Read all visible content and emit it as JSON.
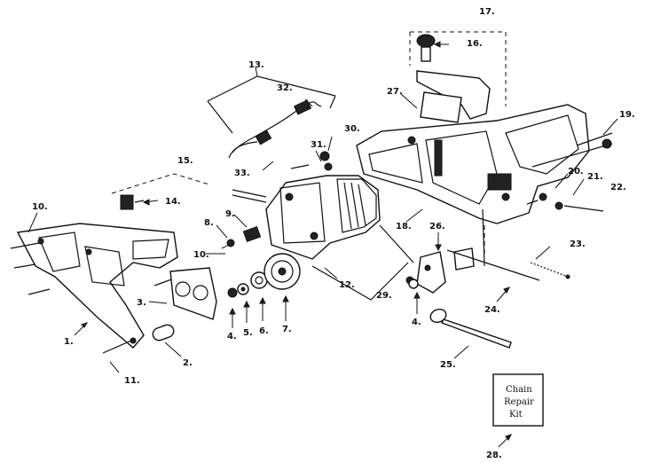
{
  "callouts": {
    "c1": "1.",
    "c2": "2.",
    "c3": "3.",
    "c4a": "4.",
    "c4b": "4.",
    "c5": "5.",
    "c6": "6.",
    "c7": "7.",
    "c8": "8.",
    "c9": "9.",
    "c10a": "10.",
    "c10b": "10.",
    "c11": "11.",
    "c12": "12.",
    "c13": "13.",
    "c14": "14.",
    "c15": "15.",
    "c16": "16.",
    "c17": "17.",
    "c18": "18.",
    "c19": "19.",
    "c20": "20.",
    "c21": "21.",
    "c22": "22.",
    "c23": "23.",
    "c24": "24.",
    "c25": "25.",
    "c26": "26.",
    "c27": "27.",
    "c28": "28.",
    "c29": "29.",
    "c30": "30.",
    "c31": "31.",
    "c32": "32.",
    "c33": "33."
  },
  "kit_box": {
    "line1": "Chain",
    "line2": "Repair",
    "line3": "Kit"
  }
}
